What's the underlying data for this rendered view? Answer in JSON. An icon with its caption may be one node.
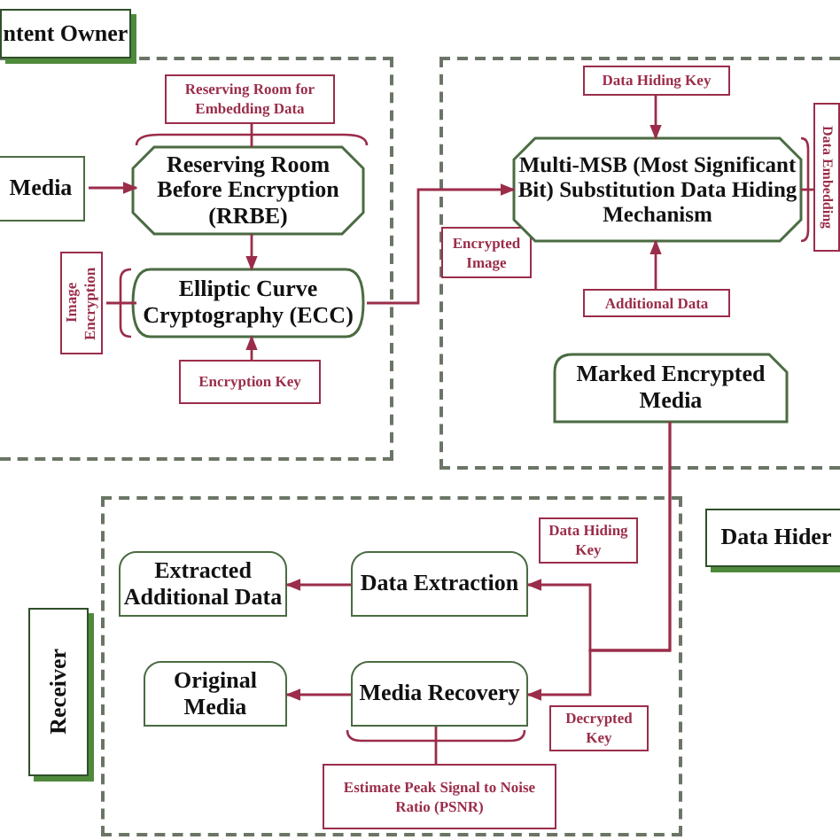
{
  "diagram": {
    "nodes": [
      {
        "text": [
          "ntent Owner"
        ]
      },
      {
        "text": [],
        "shape": "box"
      },
      {
        "text": [
          "Reserving Room for Embedding Data"
        ],
        "in": 1
      },
      {
        "text": [
          "Media"
        ],
        "in": 1
      },
      {
        "text": [
          "Reserving Room Before Encryption (RRBE)"
        ],
        "in": 1
      },
      {
        "text": [
          "Image Encryption"
        ],
        "in": 1
      },
      {
        "text": [
          "Elliptic Curve Cryptography (ECC)"
        ],
        "in": 1
      },
      {
        "text": [
          "Encryption Key"
        ],
        "in": 1
      },
      {
        "text": [],
        "shape": "box"
      },
      {
        "text": [
          "Data Hiding Key"
        ],
        "in": 8
      },
      {
        "text": [
          "Multi-MSB (Most Significant Bit) Substitution Data Hiding Mechanism"
        ],
        "in": 8
      },
      {
        "text": [
          "Data Embedding"
        ],
        "in": 8
      },
      {
        "text": [
          "Encrypted Image"
        ],
        "in": 8
      },
      {
        "text": [
          "Additional Data"
        ],
        "in": 8
      },
      {
        "text": [
          "Marked Encrypted Media"
        ],
        "in": 8
      },
      {
        "text": [
          "Data Hider"
        ]
      },
      {
        "text": [
          "Receiver"
        ]
      },
      {
        "text": [],
        "shape": "box"
      },
      {
        "text": [
          "Data Hiding Key"
        ],
        "in": 17
      },
      {
        "text": [
          "Extracted Additional Data"
        ],
        "in": 17
      },
      {
        "text": [
          "Data Extraction"
        ],
        "in": 17
      },
      {
        "text": [
          "Original Media"
        ],
        "in": 17
      },
      {
        "text": [
          "Media Recovery"
        ],
        "in": 17
      },
      {
        "text": [
          "Decrypted Key"
        ],
        "in": 17
      },
      {
        "text": [
          "Estimate Peak Signal to Noise Ratio (PSNR)"
        ],
        "in": 17
      }
    ],
    "edges": [
      {
        "from": 3,
        "to": 4,
        "arrow": "to"
      },
      {
        "from": 2,
        "to": 4,
        "arrow": "none"
      },
      {
        "from": 4,
        "to": 6,
        "arrow": "to"
      },
      {
        "from": 5,
        "to": 6,
        "arrow": "none"
      },
      {
        "from": 7,
        "to": 6,
        "arrow": "to"
      },
      {
        "from": 6,
        "to": 10,
        "arrow": "to"
      },
      {
        "from": 9,
        "to": 10,
        "arrow": "to"
      },
      {
        "from": 13,
        "to": 10,
        "arrow": "to"
      },
      {
        "from": 11,
        "to": 10,
        "arrow": "none"
      },
      {
        "from": 14,
        "to": 20,
        "arrow": "to"
      },
      {
        "from": 14,
        "to": 22,
        "arrow": "to"
      },
      {
        "from": 20,
        "to": 19,
        "arrow": "to"
      },
      {
        "from": 22,
        "to": 21,
        "arrow": "to"
      },
      {
        "from": 24,
        "to": 22,
        "arrow": "none"
      }
    ]
  }
}
